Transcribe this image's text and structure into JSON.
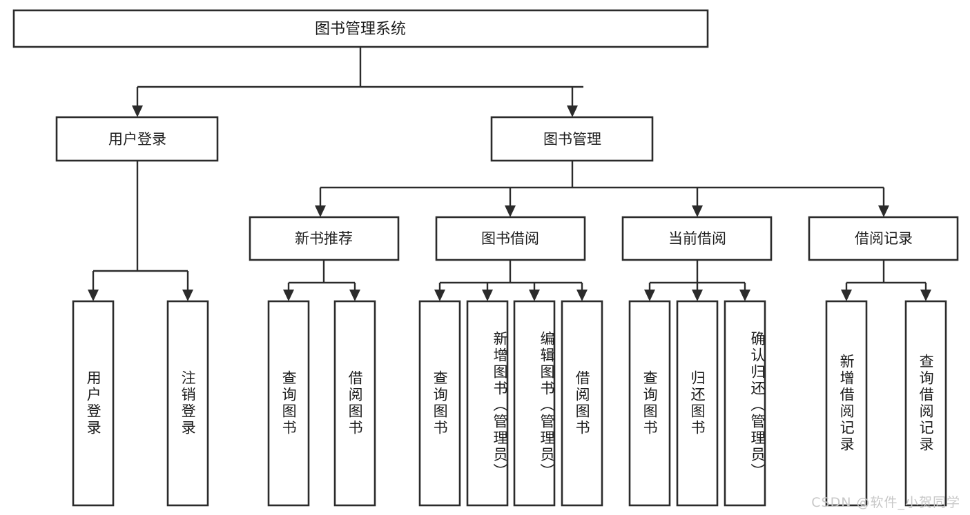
{
  "diagram": {
    "type": "tree",
    "orientation": "top-down",
    "title": "图书管理系统",
    "watermark": "CSDN @软件_小贺同学",
    "colors": {
      "box_stroke": "#2b2b2b",
      "box_fill": "#ffffff",
      "connector": "#2b2b2b",
      "text": "#1c1c1c",
      "background": "#ffffff",
      "watermark": "#c8c8c8"
    },
    "root": {
      "id": "root",
      "label": "图书管理系统"
    },
    "level2": [
      {
        "id": "user-login",
        "label": "用户登录"
      },
      {
        "id": "book-manage",
        "label": "图书管理"
      }
    ],
    "level3": [
      {
        "id": "new-book-rec",
        "label": "新书推荐",
        "parent": "book-manage"
      },
      {
        "id": "book-borrow",
        "label": "图书借阅",
        "parent": "book-manage"
      },
      {
        "id": "current-borrow",
        "label": "当前借阅",
        "parent": "book-manage"
      },
      {
        "id": "borrow-record",
        "label": "借阅记录",
        "parent": "book-manage"
      }
    ],
    "leaves": [
      {
        "id": "leaf-user-login",
        "label": "用户登录",
        "parent": "user-login"
      },
      {
        "id": "leaf-user-logout",
        "label": "注销登录",
        "parent": "user-login"
      },
      {
        "id": "leaf-rec-query",
        "label": "查询图书",
        "parent": "new-book-rec"
      },
      {
        "id": "leaf-rec-borrow",
        "label": "借阅图书",
        "parent": "new-book-rec"
      },
      {
        "id": "leaf-borrow-query",
        "label": "查询图书",
        "parent": "book-borrow"
      },
      {
        "id": "leaf-borrow-add",
        "label": "新增图书（管理员）",
        "parent": "book-borrow"
      },
      {
        "id": "leaf-borrow-edit",
        "label": "编辑图书（管理员）",
        "parent": "book-borrow"
      },
      {
        "id": "leaf-borrow-do",
        "label": "借阅图书",
        "parent": "book-borrow"
      },
      {
        "id": "leaf-cur-query",
        "label": "查询图书",
        "parent": "current-borrow"
      },
      {
        "id": "leaf-cur-return",
        "label": "归还图书",
        "parent": "current-borrow"
      },
      {
        "id": "leaf-cur-confirm",
        "label": "确认归还（管理员）",
        "parent": "current-borrow"
      },
      {
        "id": "leaf-rec-add",
        "label": "新增借阅记录",
        "parent": "borrow-record"
      },
      {
        "id": "leaf-rec-search",
        "label": "查询借阅记录",
        "parent": "borrow-record"
      }
    ]
  }
}
